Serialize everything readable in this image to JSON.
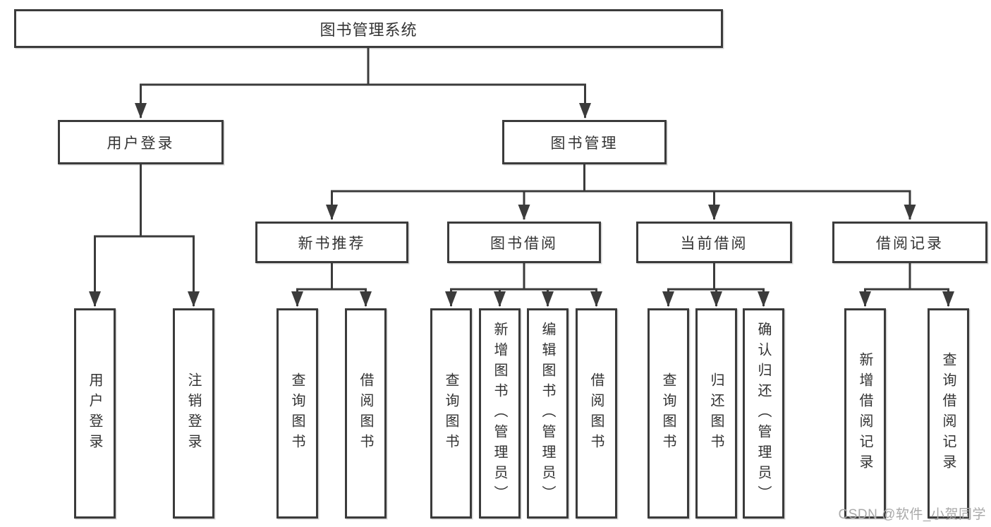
{
  "nodes": {
    "root": "图书管理系统",
    "level2": [
      "用户登录",
      "图书管理"
    ],
    "level3": [
      "新书推荐",
      "图书借阅",
      "当前借阅",
      "借阅记录"
    ],
    "leaves": [
      "用户登录",
      "注销登录",
      "查询图书",
      "借阅图书",
      "查询图书",
      "新增图书（管理员）",
      "编辑图书（管理员）",
      "借阅图书",
      "查询图书",
      "归还图书",
      "确认归还（管理员）",
      "新增借阅记录",
      "查询借阅记录"
    ]
  },
  "watermark": "CSDN @软件_小贺同学",
  "colors": {
    "line": "#3b3b3b",
    "text": "#333333",
    "watermark": "#a9a9a9",
    "background": "#ffffff"
  }
}
